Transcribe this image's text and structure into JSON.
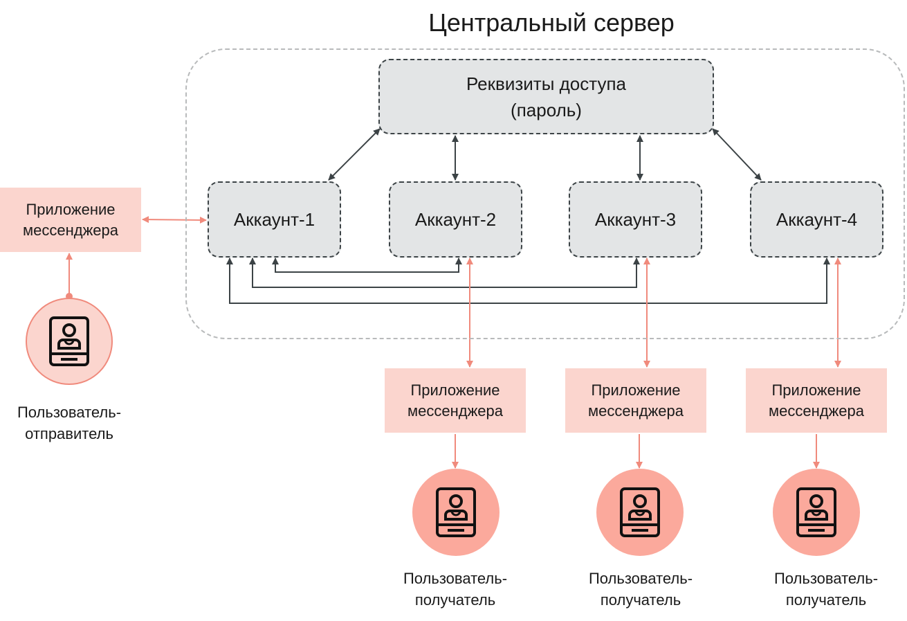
{
  "title": "Центральный сервер",
  "credentials": {
    "line1": "Реквизиты доступа",
    "line2": "(пароль)"
  },
  "accounts": [
    {
      "label": "Аккаунт-1"
    },
    {
      "label": "Аккаунт-2"
    },
    {
      "label": "Аккаунт-3"
    },
    {
      "label": "Аккаунт-4"
    }
  ],
  "apps": [
    {
      "line1": "Приложение",
      "line2": "мессенджера"
    },
    {
      "line1": "Приложение",
      "line2": "мессенджера"
    },
    {
      "line1": "Приложение",
      "line2": "мессенджера"
    },
    {
      "line1": "Приложение",
      "line2": "мессенджера"
    }
  ],
  "users": [
    {
      "line1": "Пользователь-",
      "line2": "отправитель",
      "icon": "user-card-icon"
    },
    {
      "line1": "Пользователь-",
      "line2": "получатель",
      "icon": "user-card-icon"
    },
    {
      "line1": "Пользователь-",
      "line2": "получатель",
      "icon": "user-card-icon"
    },
    {
      "line1": "Пользователь-",
      "line2": "получатель",
      "icon": "user-card-icon"
    }
  ],
  "colors": {
    "dark_arrow": "#3c4346",
    "pink_arrow": "#f08a7c",
    "box_gray": "#e3e5e6",
    "box_pink": "#fbd5ce",
    "circle_pink": "#fba99c"
  }
}
